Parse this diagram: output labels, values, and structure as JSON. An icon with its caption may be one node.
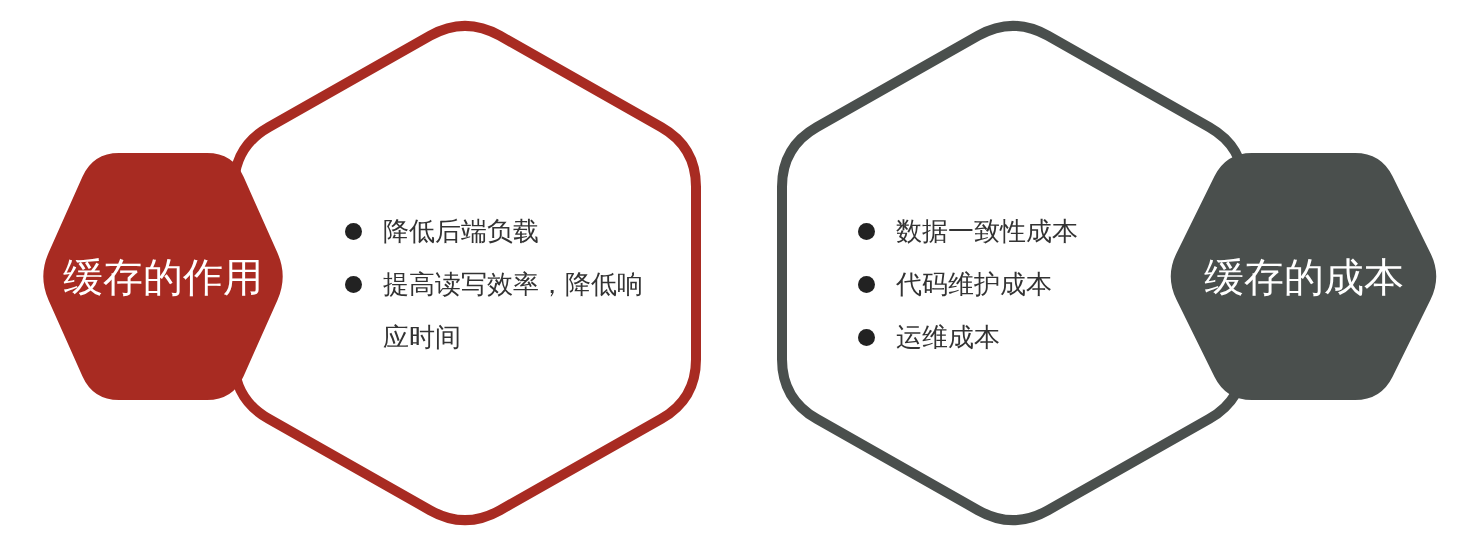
{
  "diagram": {
    "nodes": [
      {
        "text": [
          "缓存的作用"
        ]
      },
      {
        "text": [
          "降低后端负载",
          "提高读写效率，降低响应时间"
        ]
      },
      {
        "text": [
          "数据一致性成本",
          "代码维护成本",
          "运维成本"
        ]
      },
      {
        "text": [
          "缓存的成本"
        ]
      }
    ]
  }
}
